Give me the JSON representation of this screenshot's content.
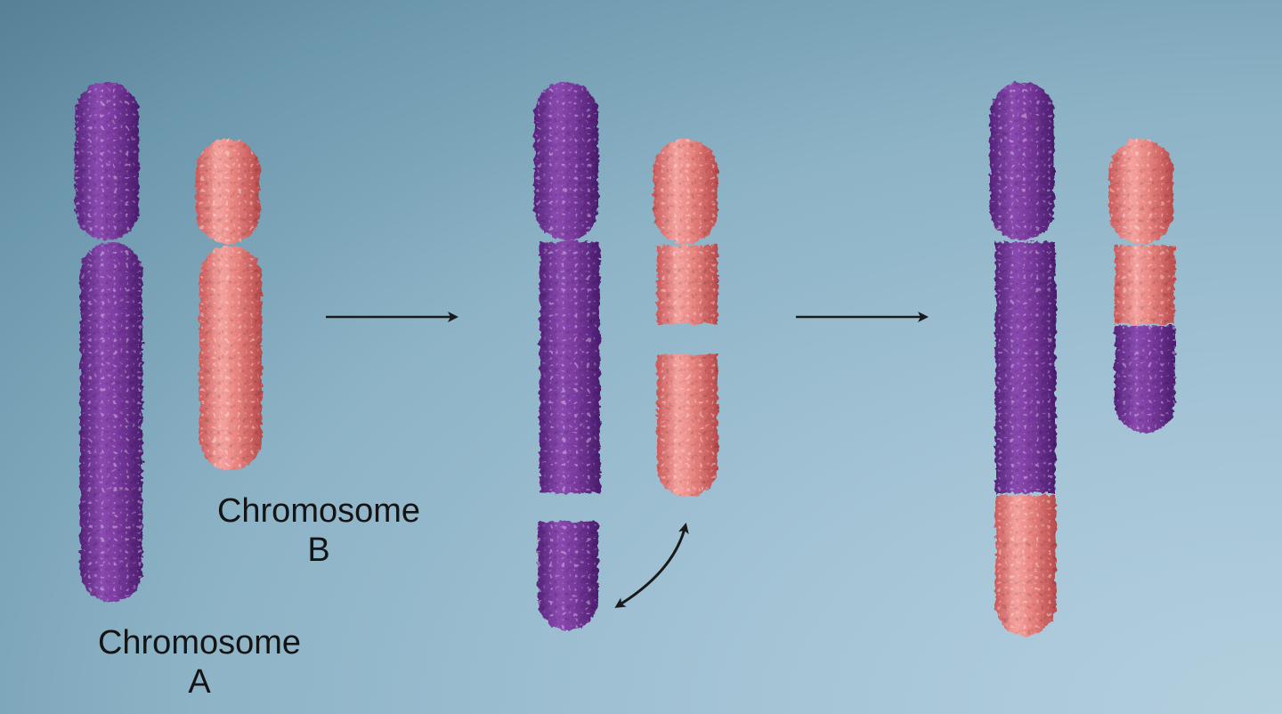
{
  "labels": {
    "chromosome_a": {
      "line1": "Chromosome",
      "line2": "A"
    },
    "chromosome_b": {
      "line1": "Chromosome",
      "line2": "B"
    }
  },
  "colors": {
    "chromosome_a": "#7a3b9e",
    "chromosome_b": "#e27b7b",
    "arrow": "#1a1a1a"
  }
}
